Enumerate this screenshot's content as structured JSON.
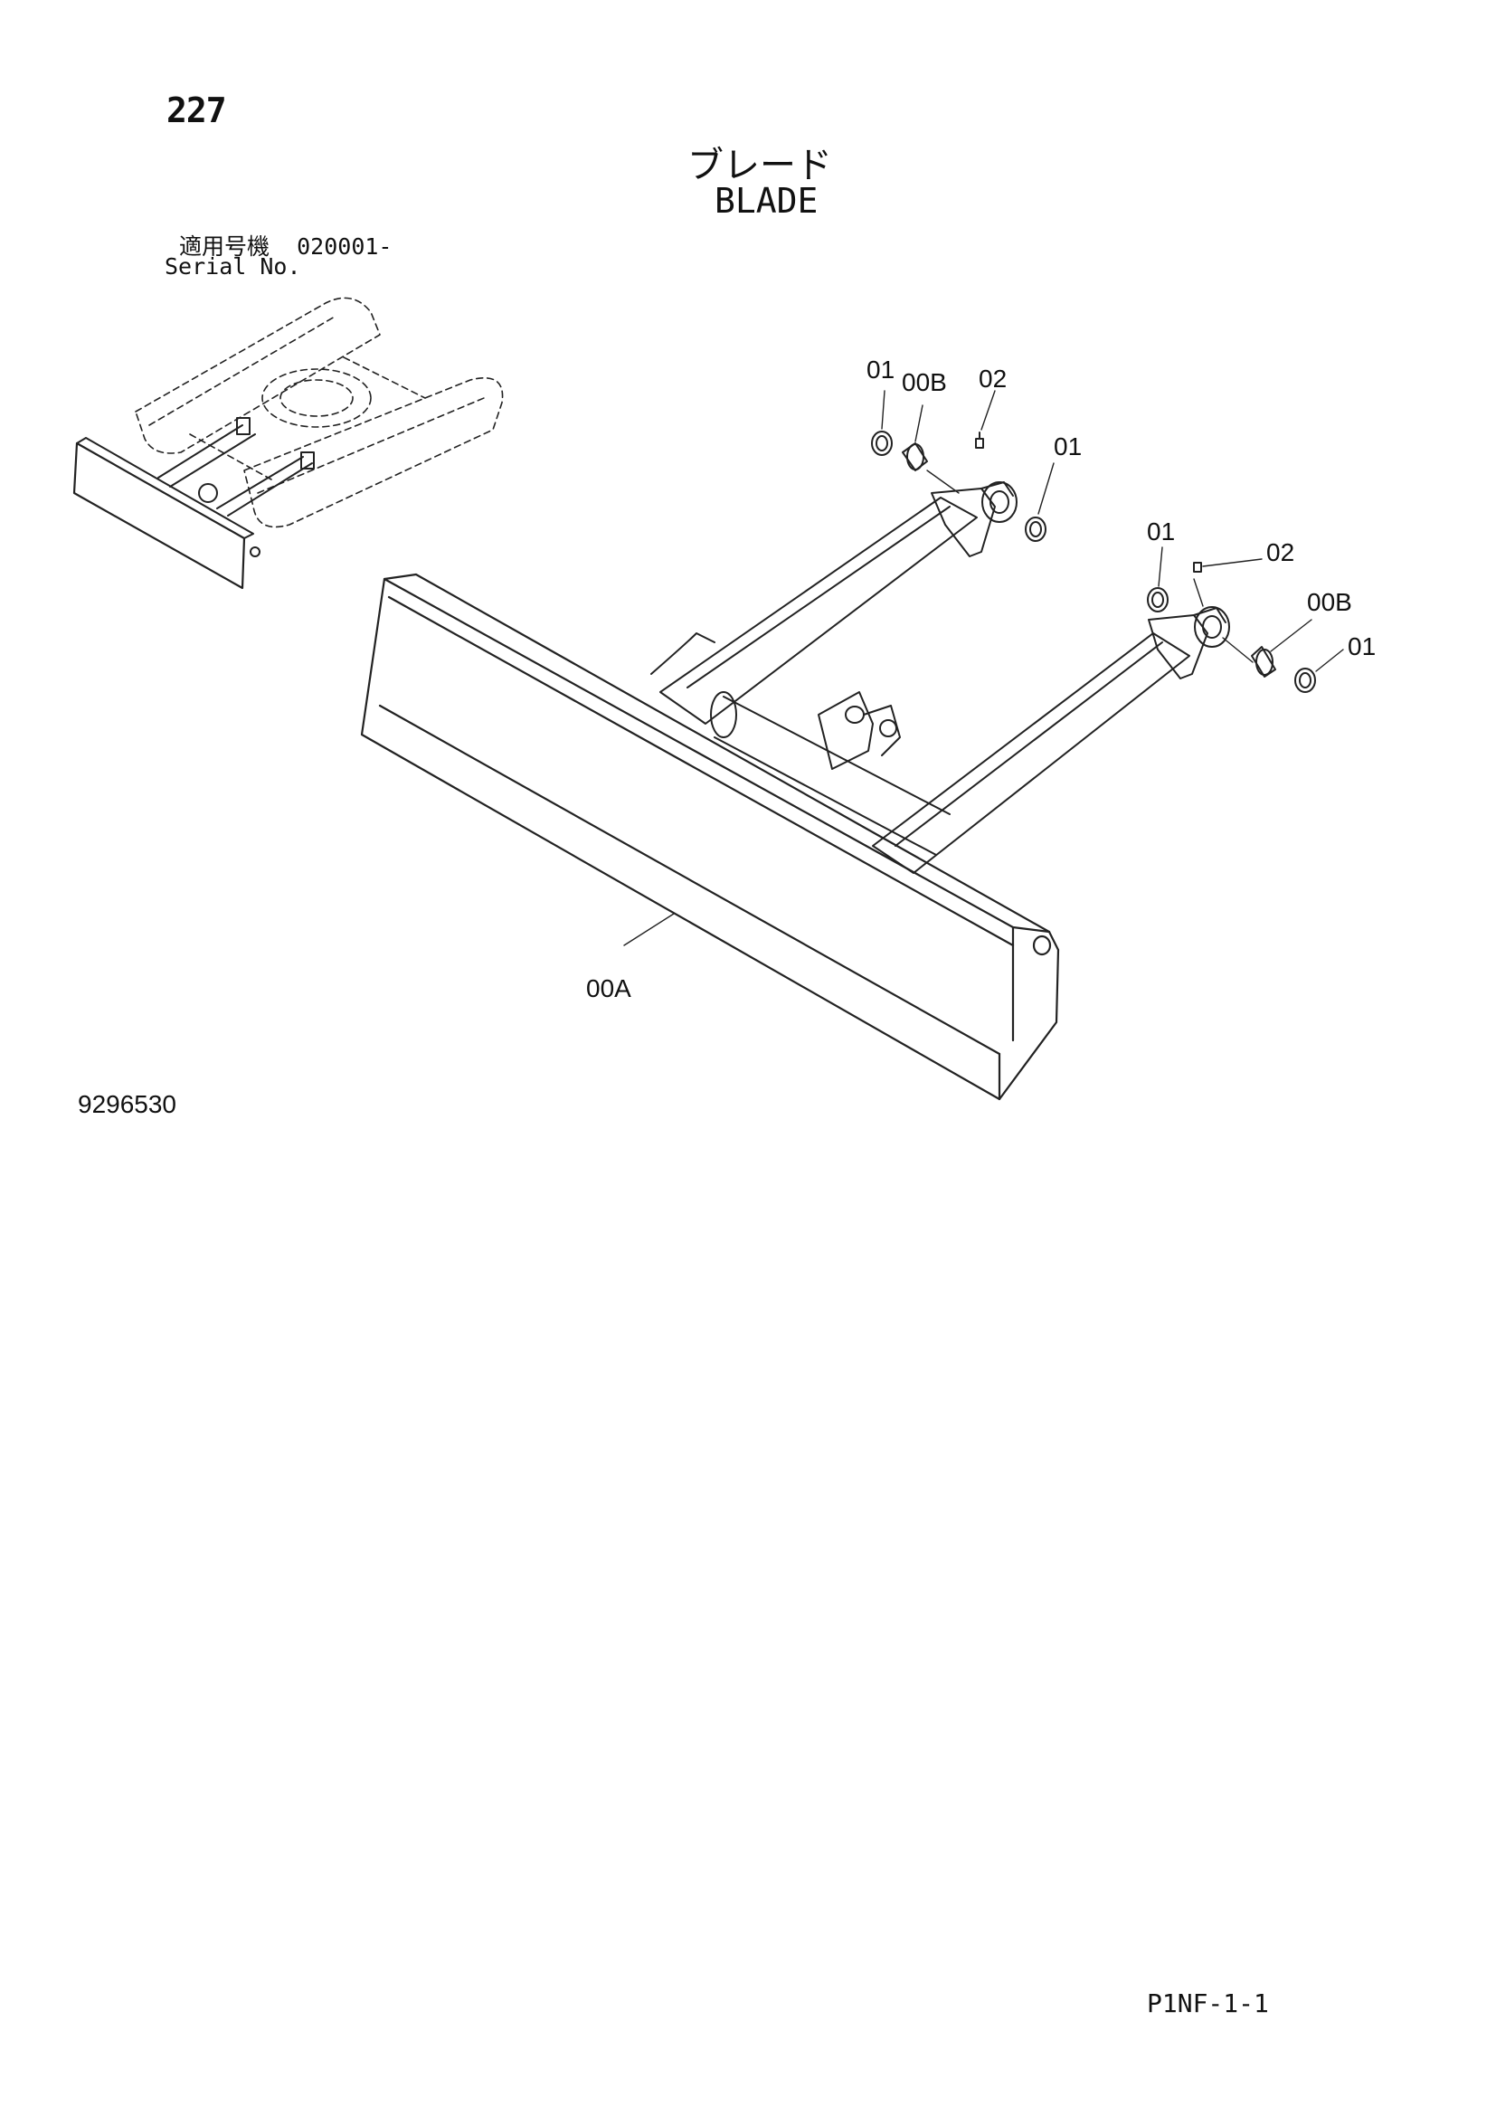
{
  "header": {
    "page_number": "227",
    "title_jp": "ブレード",
    "title_en": "BLADE",
    "serial_label_jp": "適用号機",
    "serial_value": "020001-",
    "serial_label_en": "Serial No."
  },
  "callouts": [
    "01",
    "00B",
    "02",
    "01",
    "01",
    "02",
    "00B",
    "01",
    "00A"
  ],
  "footer": {
    "drawing_number": "9296530",
    "page_code": "P1NF-1-1"
  }
}
